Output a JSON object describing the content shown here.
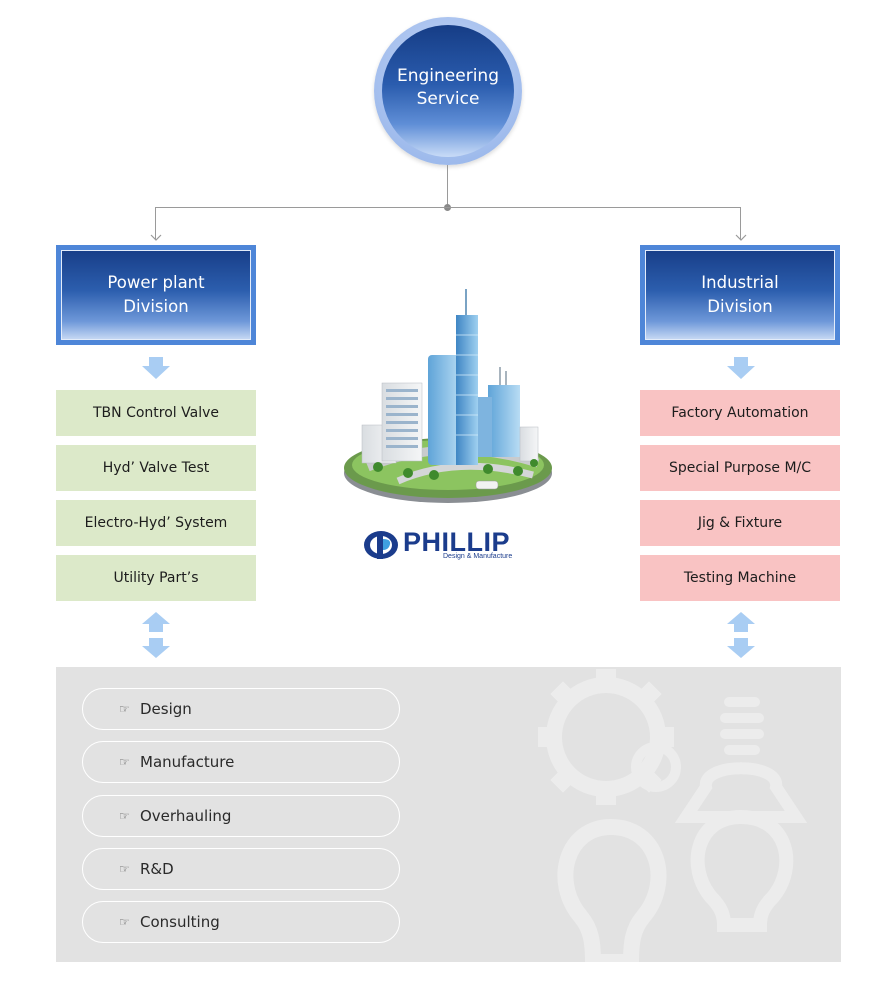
{
  "top_node": {
    "line1": "Engineering",
    "line2": "Service"
  },
  "power_division": {
    "line1": "Power plant",
    "line2": "Division",
    "items": [
      "TBN Control  Valve",
      "Hyd’ Valve Test",
      "Electro-Hyd’ System",
      "Utility Part’s"
    ]
  },
  "industrial_division": {
    "line1": "Industrial",
    "line2": "Division",
    "items": [
      "Factory Automation",
      "Special Purpose M/C",
      "Jig & Fixture",
      "Testing Machine"
    ]
  },
  "logo": {
    "name": "PHILLIP",
    "tagline": "Design & Manufacture"
  },
  "services": {
    "bullet": "☞",
    "items": [
      "Design",
      "Manufacture",
      "Overhauling",
      "R&D",
      "Consulting"
    ]
  },
  "colors": {
    "division_border": "#4e86d8",
    "division_fill": "#2c5eae",
    "green_item": "#dce9c9",
    "pink_item": "#f9c3c3",
    "panel": "#e2e2e2",
    "arrow": "#a9cdf3",
    "logo_blue": "#1b3c8c"
  },
  "icons": [
    "down-arrow-icon",
    "up-down-arrow-icon",
    "gear-icon",
    "lightbulb-icon",
    "city-illustration"
  ]
}
